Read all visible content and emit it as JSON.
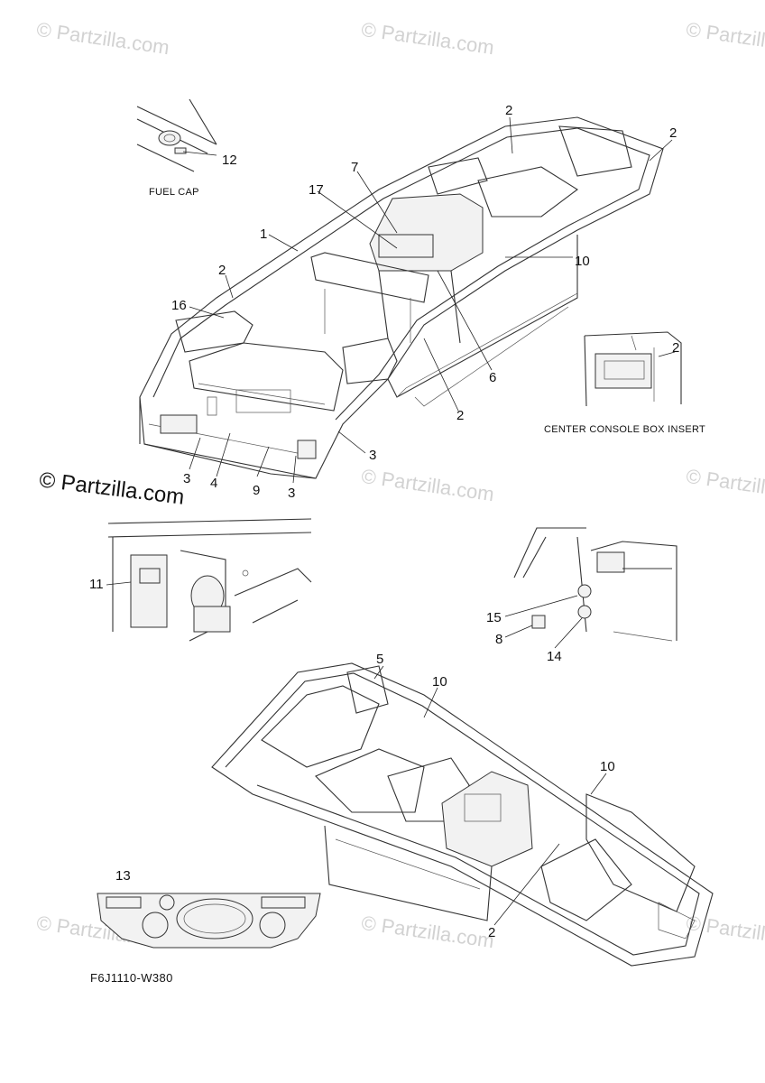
{
  "watermark_text": "© Partzilla.com",
  "brand_watermark": "© Partzilla.com",
  "figure_id": "F6J1110-W380",
  "captions": {
    "fuel_cap": "FUEL CAP",
    "center_console": "CENTER CONSOLE BOX INSERT"
  },
  "callouts": {
    "c1": "1",
    "c2a": "2",
    "c2b": "2",
    "c2c": "2",
    "c2d": "2",
    "c2e": "2",
    "c2f": "2",
    "c3a": "3",
    "c3b": "3",
    "c3c": "3",
    "c4": "4",
    "c5": "5",
    "c6": "6",
    "c7": "7",
    "c8": "8",
    "c9": "9",
    "c10a": "10",
    "c10b": "10",
    "c10c": "10",
    "c11": "11",
    "c12": "12",
    "c13": "13",
    "c14": "14",
    "c15": "15",
    "c16": "16",
    "c17": "17"
  },
  "colors": {
    "line": "#333333",
    "watermark": "#d2d2d2"
  }
}
